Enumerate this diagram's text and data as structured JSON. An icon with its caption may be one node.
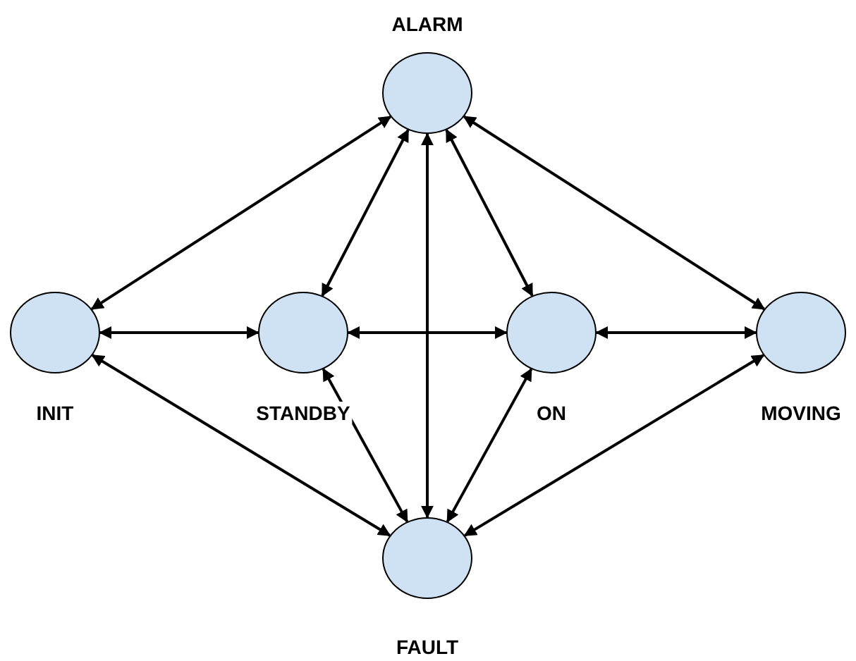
{
  "diagram": {
    "nodes": [
      {
        "text": [
          "ALARM"
        ]
      },
      {
        "text": [
          "INIT"
        ]
      },
      {
        "text": [
          "STANDBY"
        ]
      },
      {
        "text": [
          "ON"
        ]
      },
      {
        "text": [
          "MOVING"
        ]
      },
      {
        "text": [
          "FAULT"
        ]
      }
    ],
    "edges": [
      {
        "from": 0,
        "to": 1,
        "arrow": "both"
      },
      {
        "from": 0,
        "to": 2,
        "arrow": "both"
      },
      {
        "from": 0,
        "to": 3,
        "arrow": "both"
      },
      {
        "from": 0,
        "to": 4,
        "arrow": "both"
      },
      {
        "from": 0,
        "to": 5,
        "arrow": "both"
      },
      {
        "from": 1,
        "to": 2,
        "arrow": "both"
      },
      {
        "from": 2,
        "to": 3,
        "arrow": "both"
      },
      {
        "from": 3,
        "to": 4,
        "arrow": "both"
      },
      {
        "from": 1,
        "to": 5,
        "arrow": "both"
      },
      {
        "from": 2,
        "to": 5,
        "arrow": "both"
      },
      {
        "from": 3,
        "to": 5,
        "arrow": "both"
      },
      {
        "from": 4,
        "to": 5,
        "arrow": "both"
      }
    ]
  }
}
